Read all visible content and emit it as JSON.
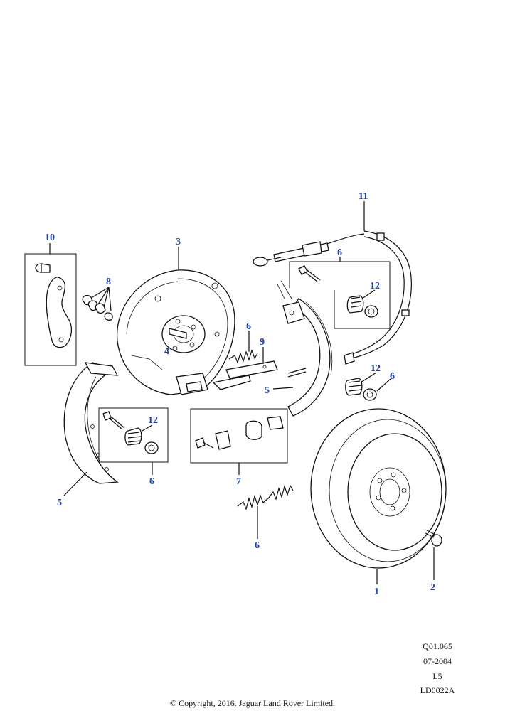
{
  "diagram": {
    "callout_color": "#1c3fa8",
    "callouts": [
      "1",
      "2",
      "3",
      "4",
      "5",
      "5",
      "6",
      "6",
      "6",
      "6",
      "6",
      "7",
      "8",
      "9",
      "10",
      "11",
      "12",
      "12",
      "12"
    ]
  },
  "footer": {
    "ref_code": "Q01.065",
    "date": "07-2004",
    "level": "L5",
    "drawing_id": "LD0022A",
    "copyright": "© Copyright, 2016. Jaguar Land Rover Limited."
  }
}
